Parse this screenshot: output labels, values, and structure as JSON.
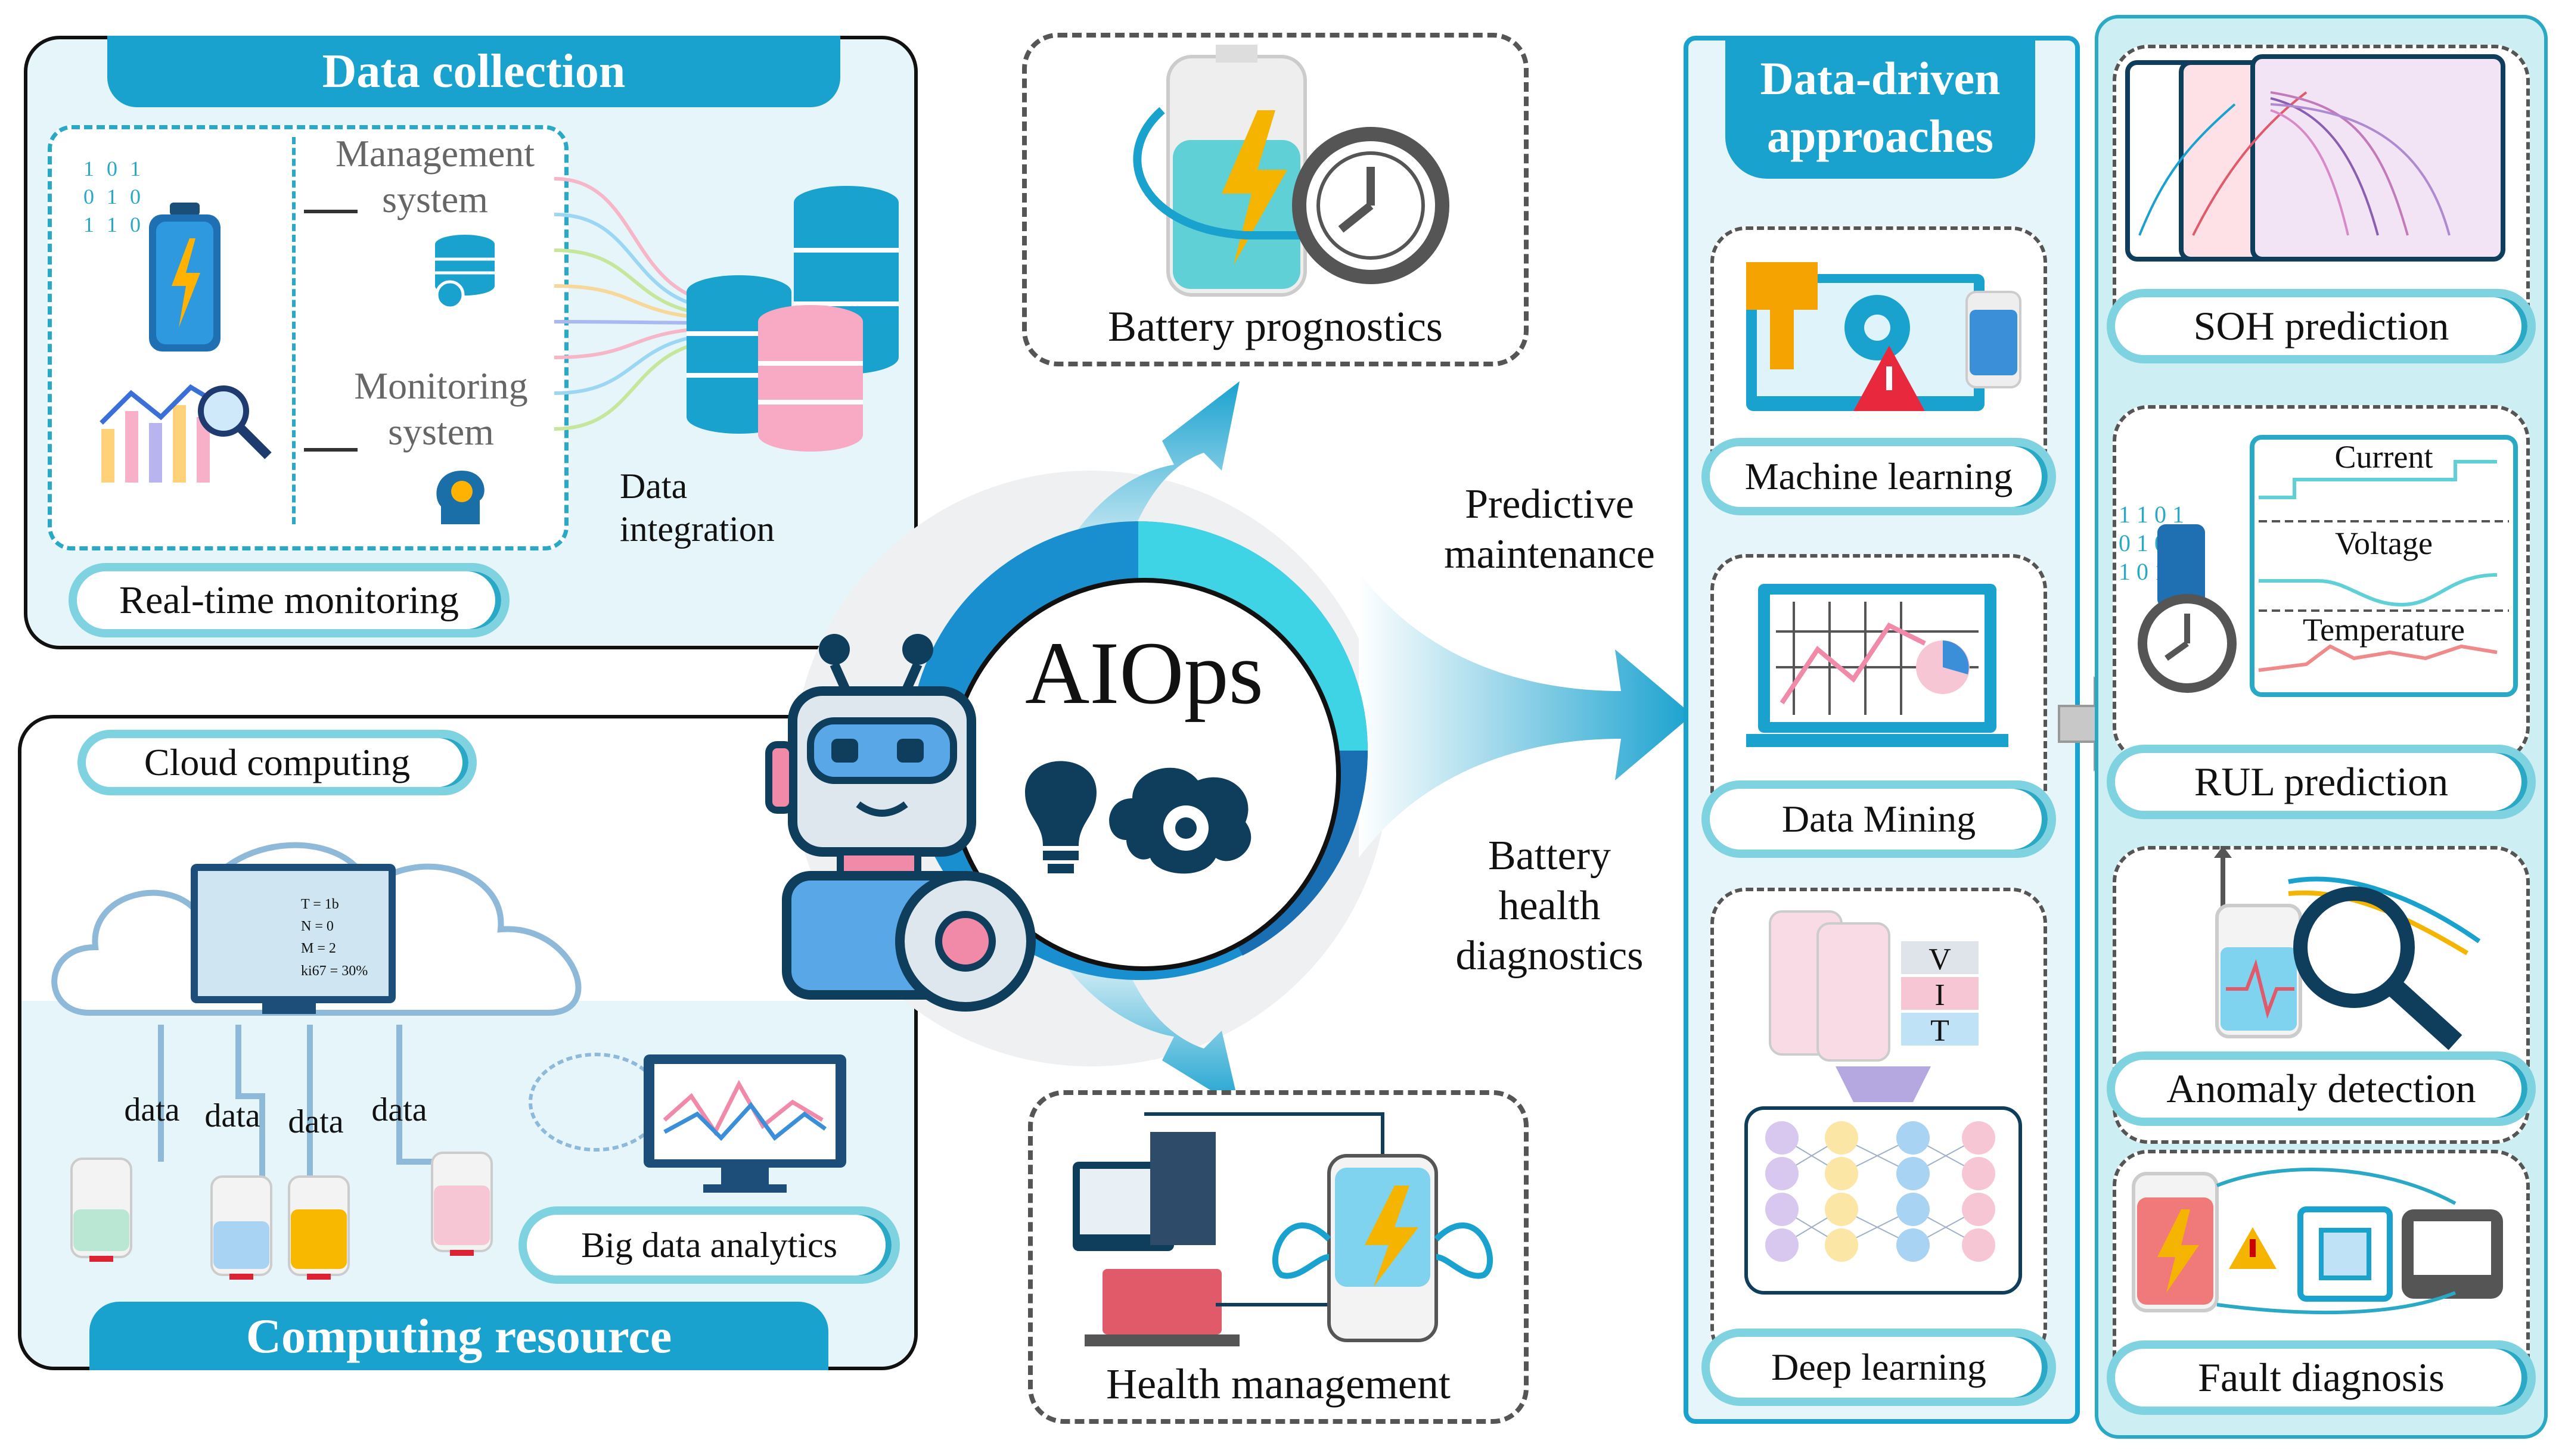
{
  "colors": {
    "accent": "#1aa2cf",
    "light_panel": "#e6f5f9",
    "pill_border": "#7fd3e0",
    "dark": "#0f3d5c"
  },
  "data_collection": {
    "title": "Data collection",
    "management": "Management\nsystem",
    "monitoring": "Monitoring\nsystem",
    "integration": "Data\nintegration",
    "pill": "Real-time monitoring",
    "binary": "1 0 1\n0 1 0\n1 1 0"
  },
  "computing": {
    "cloud": "Cloud computing",
    "screen_lines": [
      "T = 1b",
      "N = 0",
      "M = 2",
      "ki67 = 30%"
    ],
    "data_labels": [
      "data",
      "data",
      "data",
      "data"
    ],
    "big_data": "Big data analytics",
    "title": "Computing resource"
  },
  "center": {
    "title": "AIOps",
    "prognostics": "Battery prognostics",
    "health_mgmt": "Health management",
    "predictive": "Predictive\nmaintenance",
    "diagnostics": "Battery\nhealth\ndiagnostics"
  },
  "approaches": {
    "title": "Data-driven\napproaches",
    "items": [
      "Machine learning",
      "Data Mining",
      "Deep learning"
    ],
    "vit": [
      "V",
      "I",
      "T"
    ]
  },
  "applications": {
    "items": [
      "SOH prediction",
      "RUL prediction",
      "Anomaly detection",
      "Fault diagnosis"
    ],
    "signals": [
      "Current",
      "Voltage",
      "Temperature"
    ],
    "binary": "1 1 0 1\n0 1 0\n1 0 1"
  }
}
